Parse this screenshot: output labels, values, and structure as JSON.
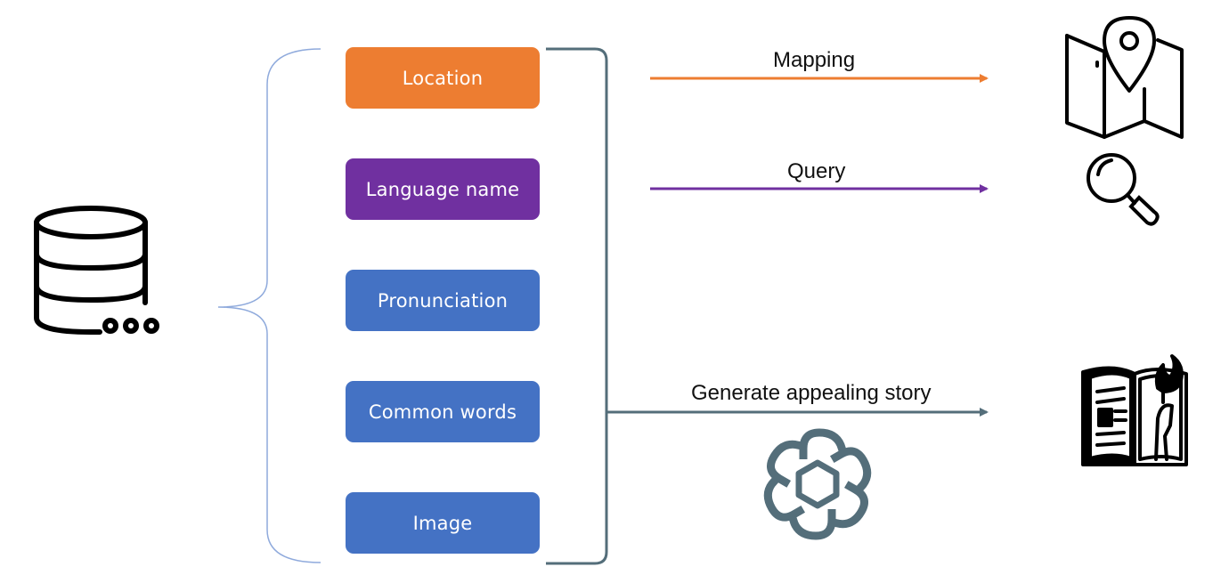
{
  "fields": [
    {
      "label": "Location",
      "color": "#ED7D31"
    },
    {
      "label": "Language name",
      "color": "#7030A0"
    },
    {
      "label": "Pronunciation",
      "color": "#4472C4"
    },
    {
      "label": "Common words",
      "color": "#4472C4"
    },
    {
      "label": "Image",
      "color": "#4472C4"
    }
  ],
  "arrows": {
    "mapping": {
      "label": "Mapping",
      "color": "#ED7D31"
    },
    "query": {
      "label": "Query",
      "color": "#7030A0"
    },
    "story": {
      "label": "Generate appealing story",
      "color": "#546E7A"
    }
  },
  "colors": {
    "left_brace": "#8FAADC",
    "right_bracket": "#546E7A",
    "icon_stroke": "#000000",
    "openai_logo": "#546E7A"
  },
  "icons": {
    "database": "database-icon",
    "map": "map-pin-icon",
    "search": "magnifier-icon",
    "book": "story-book-icon",
    "logo": "openai-logo-icon"
  }
}
